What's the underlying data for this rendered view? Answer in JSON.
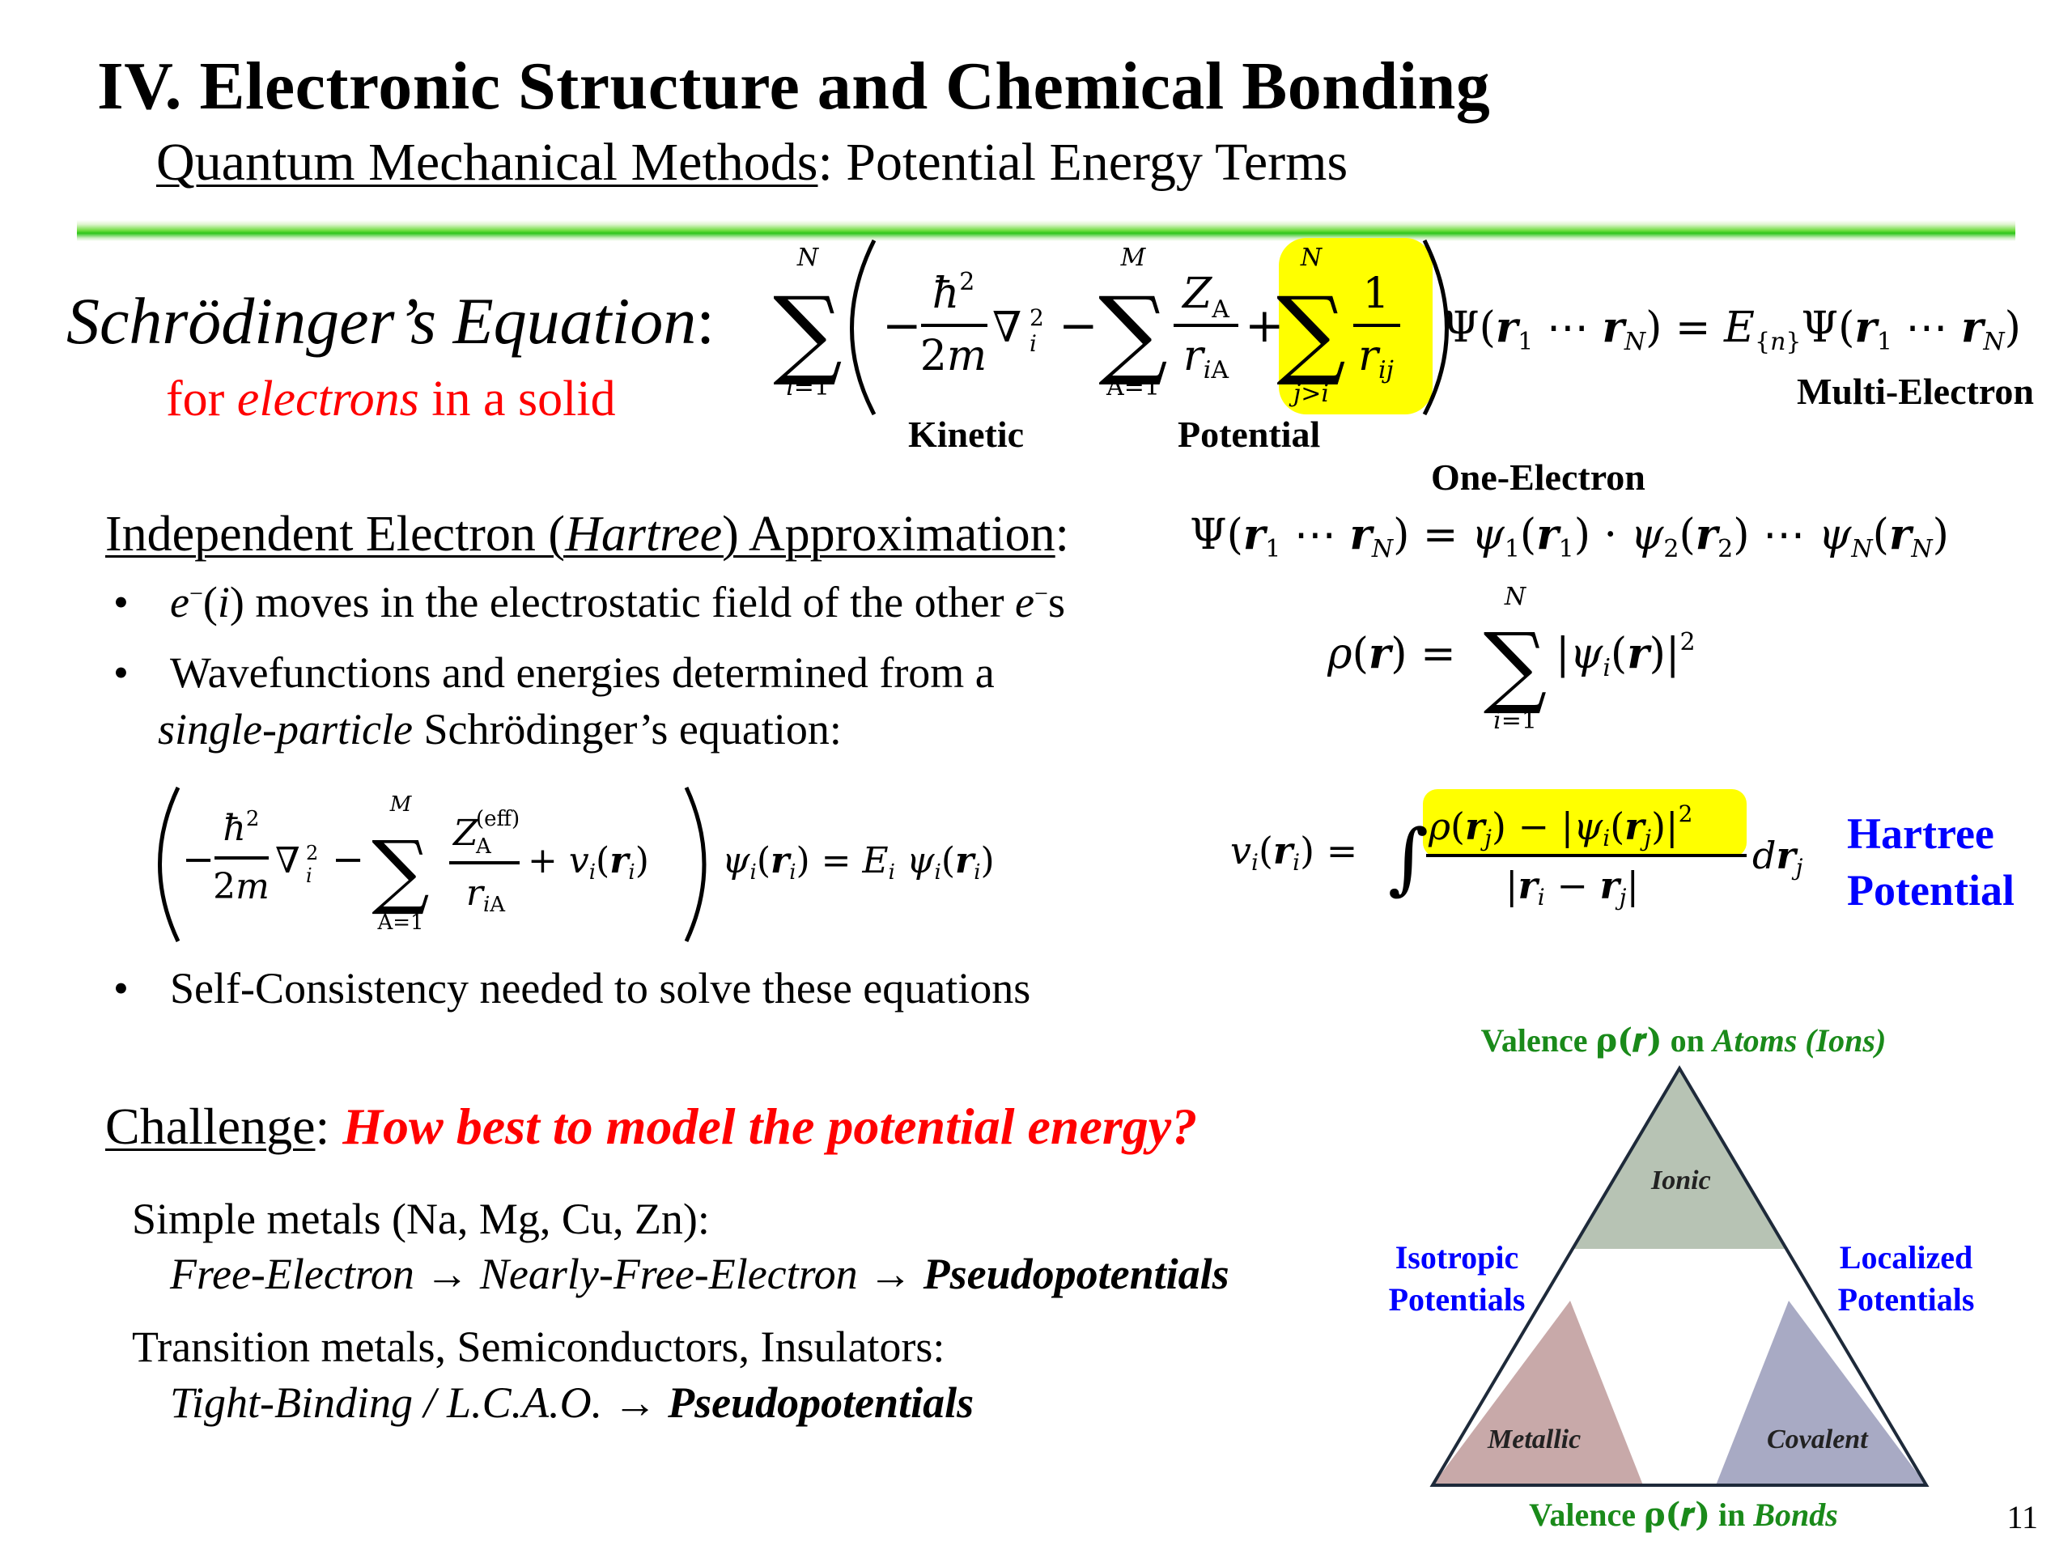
{
  "header": {
    "title": "IV. Electronic Structure and Chemical Bonding",
    "subtitle_underlined": "Quantum Mechanical Methods",
    "subtitle_rest": ": Potential Energy Terms"
  },
  "schrodinger": {
    "label": "Schrödinger’s Equation",
    "label_colon": ":",
    "sub_pre": "for ",
    "sub_italic": "electrons",
    "sub_post": " in a solid",
    "caption_kinetic": "Kinetic",
    "caption_potential": "Potential",
    "caption_multi": "Multi-Electron",
    "caption_one": "One-Electron"
  },
  "hartree": {
    "heading_pre": "Independent Electron (",
    "heading_italic": "Hartree",
    "heading_post": ") Approximation",
    "heading_colon": ":",
    "bullet1": " moves in the electrostatic field of the other ",
    "bullet1_tail": "s",
    "bullet2_line1": "Wavefunctions and energies determined from a",
    "bullet2_italic": "single-particle",
    "bullet2_rest": " Schrödinger’s equation:",
    "bullet3": "Self-Consistency needed to solve these equations",
    "potential_line1": "Hartree",
    "potential_line2": "Potential"
  },
  "challenge": {
    "label": "Challenge",
    "colon": ": ",
    "question": "How best to model the potential energy?"
  },
  "metals": {
    "simple_head": "Simple metals (Na, Mg, Cu, Zn):",
    "simple_chain_a": "Free-Electron",
    "simple_chain_b": "Nearly-Free-Electron",
    "simple_chain_c": "Pseudopotentials",
    "transition_head": "Transition metals, Semiconductors, Insulators:",
    "transition_chain_a": "Tight-Binding / L.C.A.O.",
    "transition_chain_c": "Pseudopotentials",
    "arrow": "→"
  },
  "triangle": {
    "top_label_pre": "Valence ",
    "top_label_rho": "ρ(𝒓)",
    "top_label_mid": " on ",
    "top_label_atoms": "Atoms",
    "top_label_ions": "(Ions)",
    "bottom_label_pre": "Valence ",
    "bottom_label_rho": "ρ(𝒓)",
    "bottom_label_mid": " in ",
    "bottom_label_bonds": "Bonds",
    "left_line1": "Isotropic",
    "left_line2": "Potentials",
    "right_line1": "Localized",
    "right_line2": "Potentials",
    "ionic": "Ionic",
    "metallic": "Metallic",
    "covalent": "Covalent",
    "colors": {
      "ionic": "#b7c3b4",
      "metallic": "#c8a9a9",
      "covalent": "#a8aac4",
      "outline": "#1e2a3a"
    }
  },
  "page_number": "11"
}
